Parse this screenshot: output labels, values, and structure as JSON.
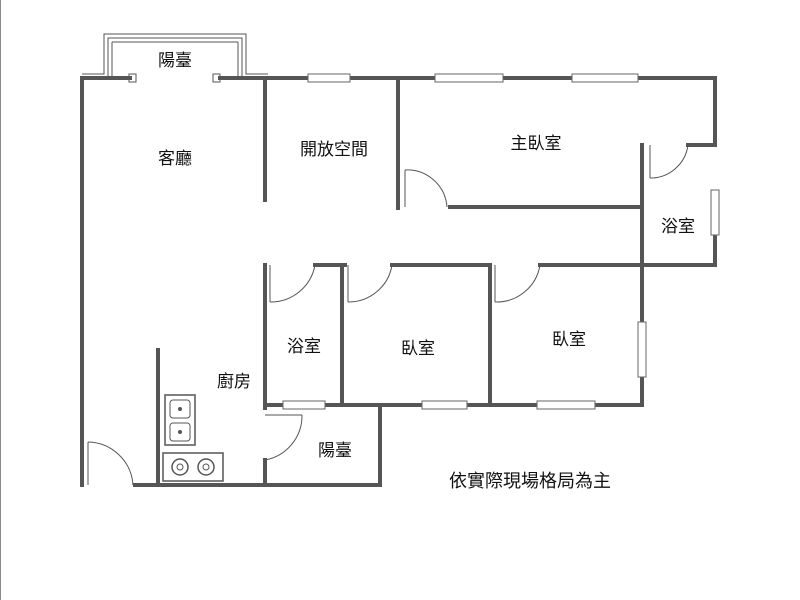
{
  "rooms": {
    "balcony_top": "陽臺",
    "living_room": "客廳",
    "open_space": "開放空間",
    "master_bedroom": "主臥室",
    "master_bath": "浴室",
    "bath": "浴室",
    "bedroom_1": "臥室",
    "bedroom_2": "臥室",
    "kitchen": "廚房",
    "balcony_bottom": "陽臺"
  },
  "note": "依實際現場格局為主",
  "colors": {
    "wall": "#555555",
    "text": "#111111",
    "background": "#ffffff"
  },
  "icons": [
    "sink-icon",
    "stove-icon",
    "door-swing-icon",
    "window-icon"
  ]
}
